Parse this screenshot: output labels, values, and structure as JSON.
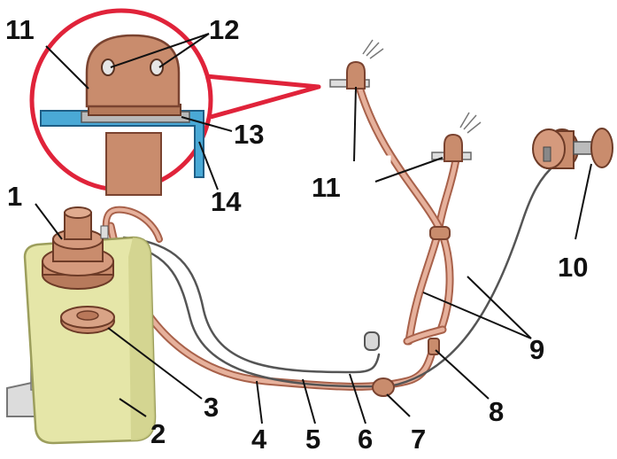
{
  "colors": {
    "background": "#ffffff",
    "tube": "#d89a82",
    "tube_outline": "#a8614a",
    "part": "#c98c6d",
    "part_dark": "#9b5f45",
    "tank": "#e5e6a8",
    "tank_shade": "#c4c67e",
    "inset_circle": "#e0233a",
    "seal": "#4aa9d6",
    "wire": "#555555",
    "label": "#111111"
  },
  "callouts": {
    "c1": "1",
    "c2": "2",
    "c3": "3",
    "c4": "4",
    "c5": "5",
    "c6": "6",
    "c7": "7",
    "c8": "8",
    "c9": "9",
    "c10": "10",
    "c11_inset": "11",
    "c11_main": "11",
    "c12": "12",
    "c13": "13",
    "c14": "14"
  }
}
